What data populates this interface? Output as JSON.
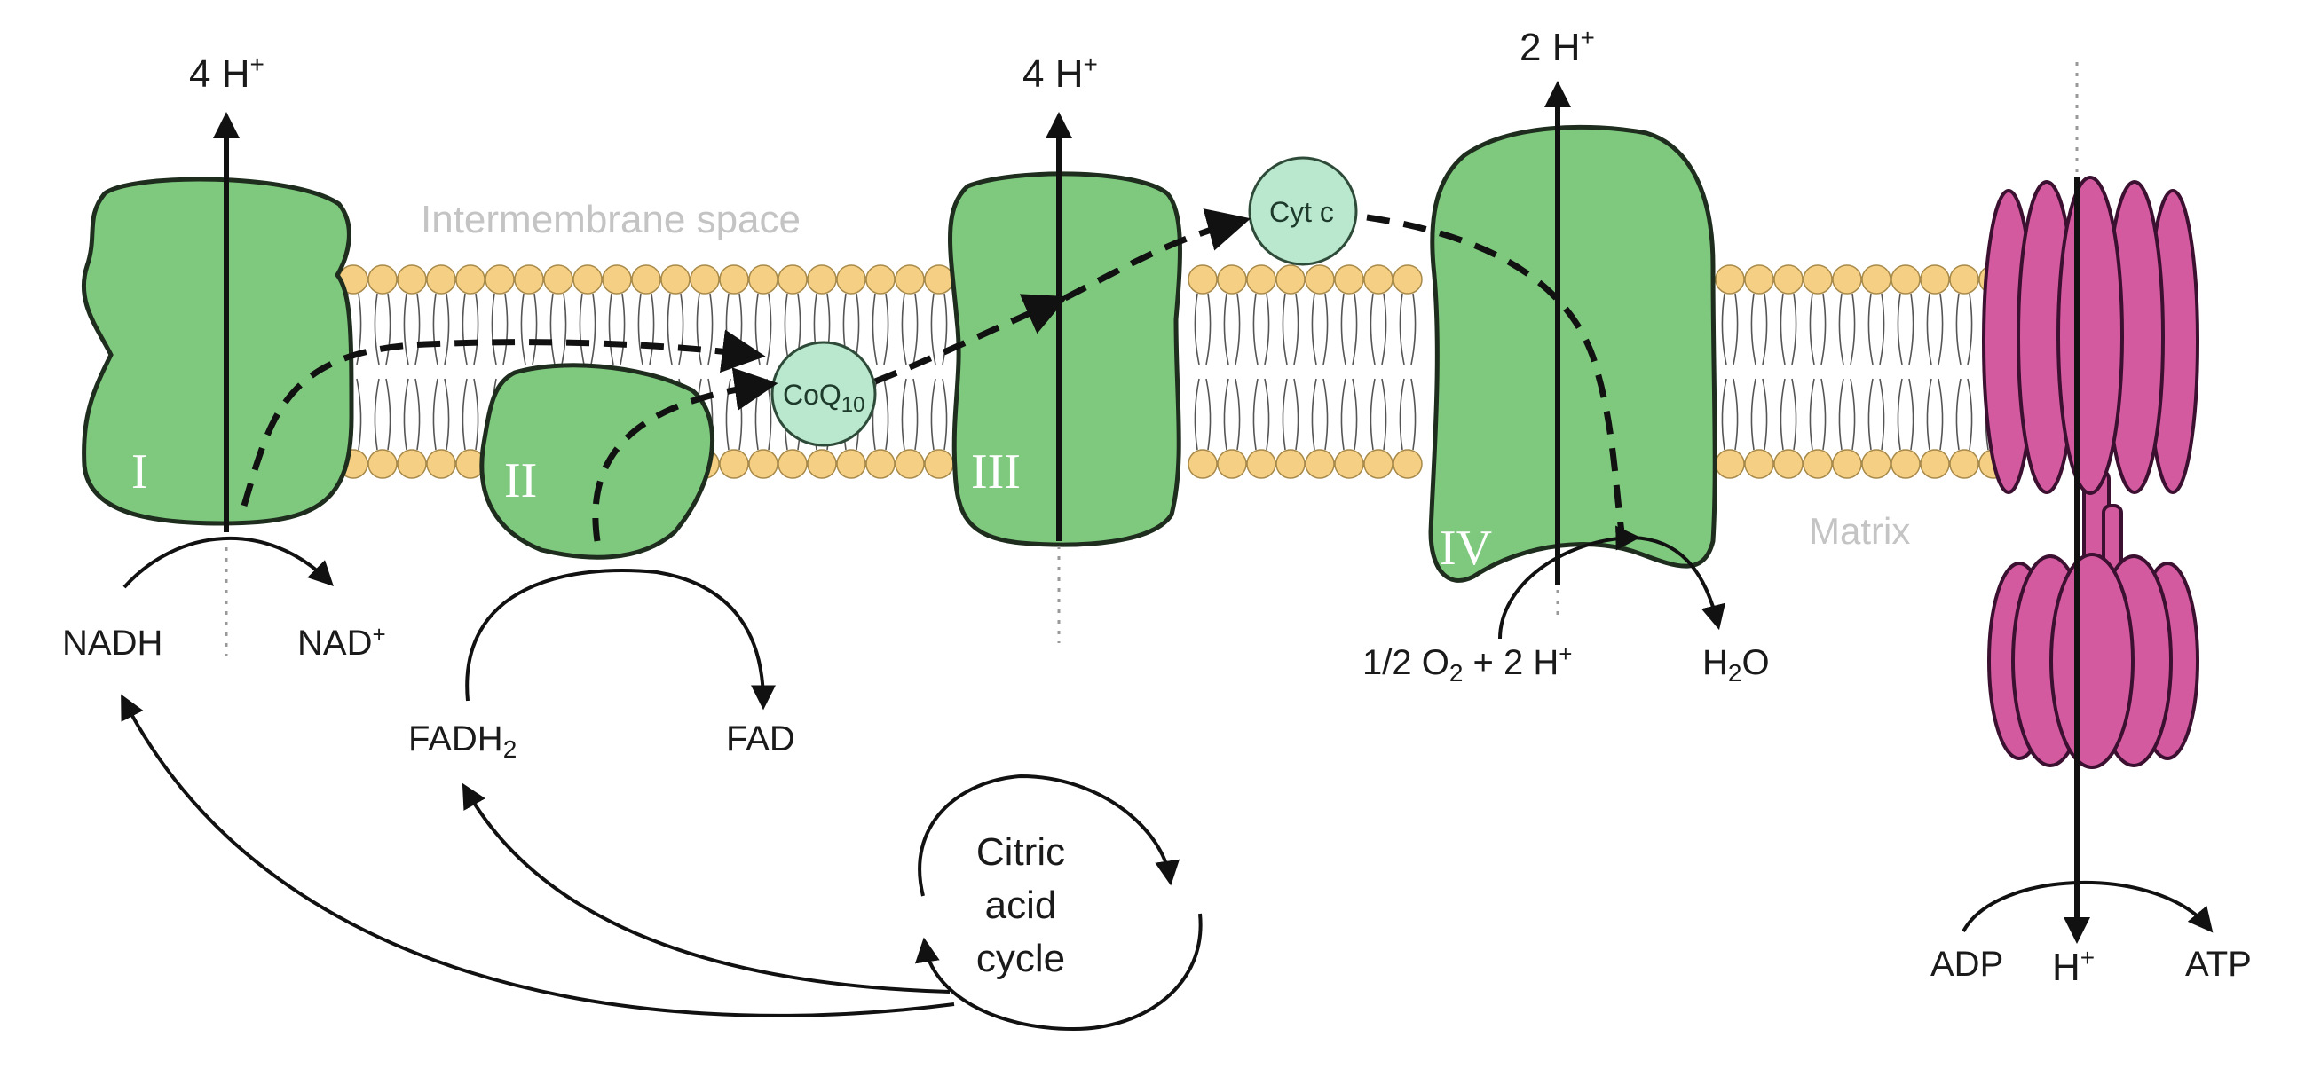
{
  "regions": {
    "intermembrane": "Intermembrane space",
    "matrix": "Matrix"
  },
  "complexes": {
    "I": "I",
    "II": "II",
    "III": "III",
    "IV": "IV"
  },
  "carriers": {
    "coq_main": "CoQ",
    "coq_sub": "10",
    "cytc": "Cyt c"
  },
  "protons": {
    "complex_I": "4 H",
    "complex_III": "4 H",
    "complex_IV": "2 H",
    "sup_plus": "+",
    "synthase": "H"
  },
  "substrates": {
    "nadh": "NADH",
    "nad_main": "NAD",
    "nad_sup": "+",
    "fadh_main": "FADH",
    "fadh_sub": "2",
    "fad": "FAD",
    "oxygen_a": "1/2 O",
    "oxygen_sub": "2",
    "oxygen_b": " + 2 H",
    "oxygen_sup": "+",
    "water_a": "H",
    "water_sub": "2",
    "water_b": "O",
    "adp": "ADP",
    "atp": "ATP"
  },
  "cycle": {
    "line1": "Citric",
    "line2": "acid",
    "line3": "cycle"
  },
  "colors": {
    "complex_fill": "#7fc97f",
    "carrier_fill": "#b9e8cf",
    "synthase_fill": "#d45aa0",
    "lipid_head": "#f5cf83",
    "region_label": "#c4c4c4"
  }
}
